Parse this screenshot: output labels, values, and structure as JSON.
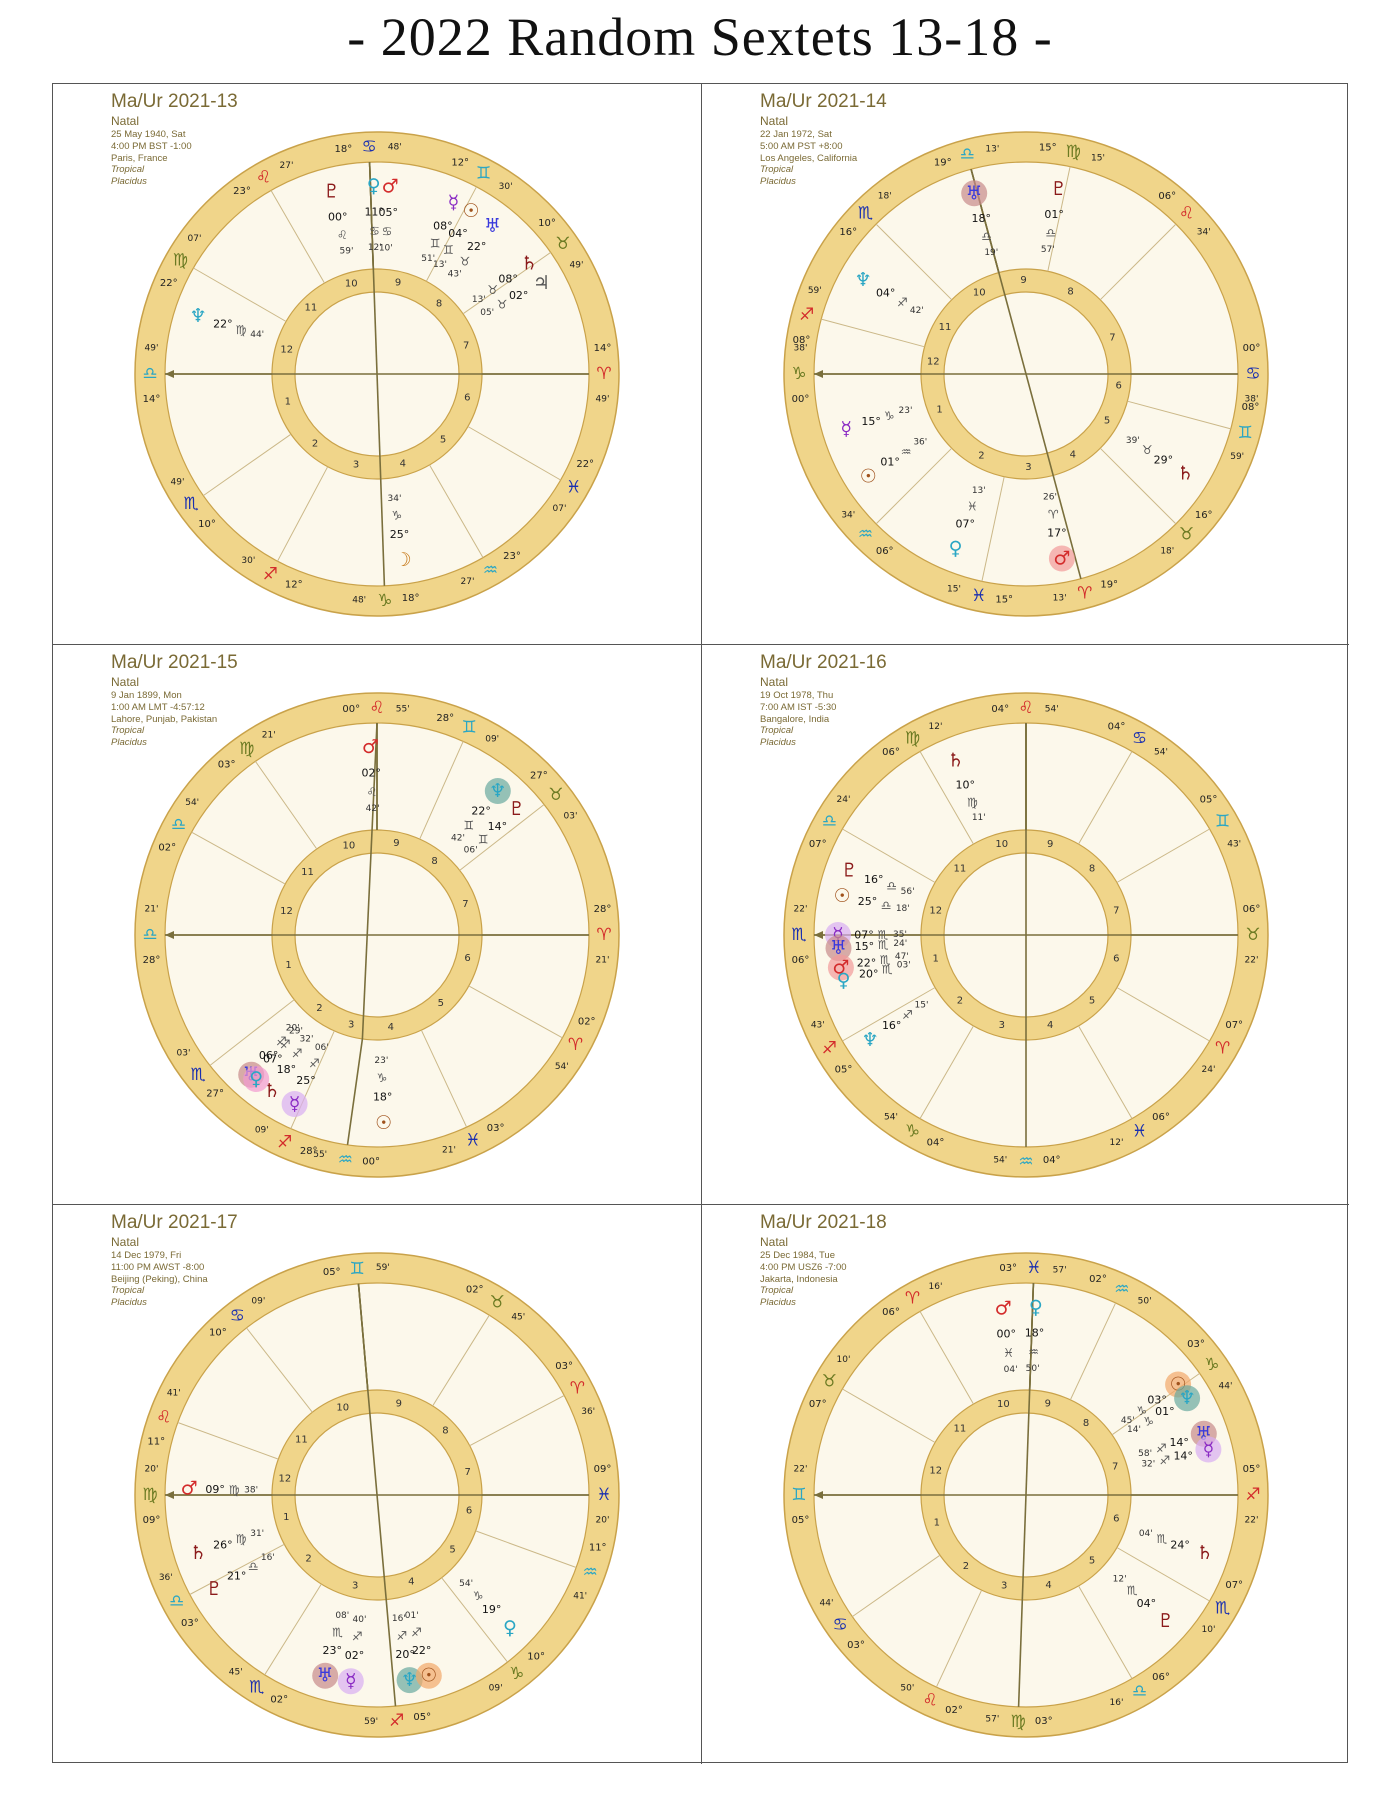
{
  "title": "- 2022 Random Sextets 13-18 -",
  "colors": {
    "ring": "#f0d58a",
    "ring_stroke": "#c9a24a",
    "inner_fill": "#fcf8eb",
    "axis": "#7a6f3c",
    "house_line": "#cbb888",
    "text": "#111111",
    "header": "#7a6a35"
  },
  "charts": [
    {
      "title": "Ma/Ur 2021-13",
      "type": "Natal",
      "date": "25 May 1940, Sat",
      "time": "4:00 PM BST -1:00",
      "place": "Paris, France",
      "zodiac": "Tropical",
      "houses": "Placidus",
      "cusps": [
        {
          "deg": "14°",
          "min": "49'",
          "sign": "♎",
          "sc": "#2aa6c4"
        },
        {
          "deg": "10°",
          "min": "49'",
          "sign": "♏",
          "sc": "#1a2fb0"
        },
        {
          "deg": "12°",
          "min": "30'",
          "sign": "♐",
          "sc": "#d32b2b"
        },
        {
          "deg": "18°",
          "min": "48'",
          "sign": "♑",
          "sc": "#6b7a22"
        },
        {
          "deg": "23°",
          "min": "27'",
          "sign": "♒",
          "sc": "#2aa6c4"
        },
        {
          "deg": "22°",
          "min": "07'",
          "sign": "♓",
          "sc": "#1a2fb0"
        },
        {
          "deg": "14°",
          "min": "49'",
          "sign": "♈",
          "sc": "#d32b2b"
        },
        {
          "deg": "10°",
          "min": "49'",
          "sign": "♉",
          "sc": "#6b7a22"
        },
        {
          "deg": "12°",
          "min": "30'",
          "sign": "♊",
          "sc": "#2aa6c4"
        },
        {
          "deg": "18°",
          "min": "48'",
          "sign": "♋",
          "sc": "#1a2fb0"
        },
        {
          "deg": "23°",
          "min": "27'",
          "sign": "♌",
          "sc": "#d32b2b"
        },
        {
          "deg": "22°",
          "min": "07'",
          "sign": "♍",
          "sc": "#6b7a22"
        }
      ],
      "planets": [
        {
          "glyph": "♇",
          "c": "#8b1a1a",
          "deg": "00°",
          "sign": "♌",
          "min": "59'"
        },
        {
          "glyph": "♀",
          "c": "#2aa6c4",
          "deg": "11°",
          "sign": "♋",
          "min": "12'"
        },
        {
          "glyph": "♂",
          "c": "#d32b2b",
          "deg": "05°",
          "sign": "♋",
          "min": "10'"
        },
        {
          "glyph": "☿",
          "c": "#8a2ac4",
          "deg": "08°",
          "sign": "♊",
          "min": "51'"
        },
        {
          "glyph": "☉",
          "c": "#a0521c",
          "deg": "04°",
          "sign": "♊",
          "min": "13'"
        },
        {
          "glyph": "♅",
          "c": "#3a3adc",
          "deg": "22°",
          "sign": "♉",
          "min": "43'"
        },
        {
          "glyph": "♄",
          "c": "#8b1a1a",
          "deg": "08°",
          "sign": "♉",
          "min": "13'"
        },
        {
          "glyph": "♃",
          "c": "#555555",
          "deg": "02°",
          "sign": "♉",
          "min": "05'"
        },
        {
          "glyph": "♆",
          "c": "#2aa6c4",
          "deg": "22°",
          "sign": "♍",
          "min": "44'"
        },
        {
          "glyph": "☽",
          "c": "#c77a1a",
          "deg": "25°",
          "sign": "♑",
          "min": "34'"
        }
      ]
    },
    {
      "title": "Ma/Ur 2021-14",
      "type": "Natal",
      "date": "22 Jan 1972, Sat",
      "time": "5:00 AM PST +8:00",
      "place": "Los Angeles, California",
      "zodiac": "Tropical",
      "houses": "Placidus",
      "cusps": [
        {
          "deg": "00°",
          "min": "38'",
          "sign": "♑",
          "sc": "#6b7a22"
        },
        {
          "deg": "06°",
          "min": "34'",
          "sign": "♒",
          "sc": "#2aa6c4"
        },
        {
          "deg": "15°",
          "min": "15'",
          "sign": "♓",
          "sc": "#1a2fb0"
        },
        {
          "deg": "19°",
          "min": "13'",
          "sign": "♈",
          "sc": "#d32b2b"
        },
        {
          "deg": "16°",
          "min": "18'",
          "sign": "♉",
          "sc": "#6b7a22"
        },
        {
          "deg": "08°",
          "min": "59'",
          "sign": "♊",
          "sc": "#2aa6c4"
        },
        {
          "deg": "00°",
          "min": "38'",
          "sign": "♋",
          "sc": "#1a2fb0"
        },
        {
          "deg": "06°",
          "min": "34'",
          "sign": "♌",
          "sc": "#d32b2b"
        },
        {
          "deg": "15°",
          "min": "15'",
          "sign": "♍",
          "sc": "#6b7a22"
        },
        {
          "deg": "19°",
          "min": "13'",
          "sign": "♎",
          "sc": "#2aa6c4"
        },
        {
          "deg": "16°",
          "min": "18'",
          "sign": "♏",
          "sc": "#1a2fb0"
        },
        {
          "deg": "08°",
          "min": "59'",
          "sign": "♐",
          "sc": "#d32b2b"
        }
      ],
      "planets": [
        {
          "glyph": "♅",
          "c": "#3a3adc",
          "deg": "18°",
          "sign": "♎",
          "min": "19'",
          "hl": "#c78a8a"
        },
        {
          "glyph": "♇",
          "c": "#8b1a1a",
          "deg": "01°",
          "sign": "♎",
          "min": "57'"
        },
        {
          "glyph": "♆",
          "c": "#2aa6c4",
          "deg": "04°",
          "sign": "♐",
          "min": "42'"
        },
        {
          "glyph": "☿",
          "c": "#8a2ac4",
          "deg": "15°",
          "sign": "♑",
          "min": "23'"
        },
        {
          "glyph": "☉",
          "c": "#a0521c",
          "deg": "01°",
          "sign": "♒",
          "min": "36'"
        },
        {
          "glyph": "♀",
          "c": "#2aa6c4",
          "deg": "07°",
          "sign": "♓",
          "min": "13'"
        },
        {
          "glyph": "♂",
          "c": "#d32b2b",
          "deg": "17°",
          "sign": "♈",
          "min": "26'",
          "hl": "#f29a9a"
        },
        {
          "glyph": "♄",
          "c": "#8b1a1a",
          "deg": "29°",
          "sign": "♉",
          "min": "39'"
        }
      ]
    },
    {
      "title": "Ma/Ur 2021-15",
      "type": "Natal",
      "date": "9 Jan 1899, Mon",
      "time": "1:00 AM LMT -4:57:12",
      "place": "Lahore, Punjab, Pakistan",
      "zodiac": "Tropical",
      "houses": "Placidus",
      "cusps": [
        {
          "deg": "28°",
          "min": "21'",
          "sign": "♎",
          "sc": "#2aa6c4"
        },
        {
          "deg": "27°",
          "min": "03'",
          "sign": "♏",
          "sc": "#1a2fb0"
        },
        {
          "deg": "28°",
          "min": "09'",
          "sign": "♐",
          "sc": "#d32b2b"
        },
        {
          "deg": "00°",
          "min": "55'",
          "sign": "♒",
          "sc": "#2aa6c4"
        },
        {
          "deg": "03°",
          "min": "21'",
          "sign": "♓",
          "sc": "#1a2fb0"
        },
        {
          "deg": "02°",
          "min": "54'",
          "sign": "♈",
          "sc": "#d32b2b"
        },
        {
          "deg": "28°",
          "min": "21'",
          "sign": "♈",
          "sc": "#d32b2b"
        },
        {
          "deg": "27°",
          "min": "03'",
          "sign": "♉",
          "sc": "#6b7a22"
        },
        {
          "deg": "28°",
          "min": "09'",
          "sign": "♊",
          "sc": "#2aa6c4"
        },
        {
          "deg": "00°",
          "min": "55'",
          "sign": "♌",
          "sc": "#d32b2b"
        },
        {
          "deg": "03°",
          "min": "21'",
          "sign": "♍",
          "sc": "#6b7a22"
        },
        {
          "deg": "02°",
          "min": "54'",
          "sign": "♎",
          "sc": "#2aa6c4"
        }
      ],
      "planets": [
        {
          "glyph": "♂",
          "c": "#d32b2b",
          "deg": "02°",
          "sign": "♌",
          "min": "42'"
        },
        {
          "glyph": "♆",
          "c": "#2aa6c4",
          "deg": "22°",
          "sign": "♊",
          "min": "42'",
          "hl": "#6aa9a0"
        },
        {
          "glyph": "♇",
          "c": "#8b1a1a",
          "deg": "14°",
          "sign": "♊",
          "min": "06'"
        },
        {
          "glyph": "♅",
          "c": "#3a3adc",
          "deg": "06°",
          "sign": "♐",
          "min": "20'",
          "hl": "#c78a8a"
        },
        {
          "glyph": "♀",
          "c": "#2aa6c4",
          "deg": "07°",
          "sign": "♐",
          "min": "29'",
          "hl": "#f29ad0"
        },
        {
          "glyph": "♄",
          "c": "#8b1a1a",
          "deg": "18°",
          "sign": "♐",
          "min": "32'"
        },
        {
          "glyph": "☿",
          "c": "#8a2ac4",
          "deg": "25°",
          "sign": "♐",
          "min": "06'",
          "hl": "#d8aef2"
        },
        {
          "glyph": "☉",
          "c": "#a0521c",
          "deg": "18°",
          "sign": "♑",
          "min": "23'"
        }
      ]
    },
    {
      "title": "Ma/Ur 2021-16",
      "type": "Natal",
      "date": "19 Oct 1978, Thu",
      "time": "7:00 AM IST -5:30",
      "place": "Bangalore, India",
      "zodiac": "Tropical",
      "houses": "Placidus",
      "cusps": [
        {
          "deg": "06°",
          "min": "22'",
          "sign": "♏",
          "sc": "#1a2fb0"
        },
        {
          "deg": "05°",
          "min": "43'",
          "sign": "♐",
          "sc": "#d32b2b"
        },
        {
          "deg": "04°",
          "min": "54'",
          "sign": "♑",
          "sc": "#6b7a22"
        },
        {
          "deg": "04°",
          "min": "54'",
          "sign": "♒",
          "sc": "#2aa6c4"
        },
        {
          "deg": "06°",
          "min": "12'",
          "sign": "♓",
          "sc": "#1a2fb0"
        },
        {
          "deg": "07°",
          "min": "24'",
          "sign": "♈",
          "sc": "#d32b2b"
        },
        {
          "deg": "06°",
          "min": "22'",
          "sign": "♉",
          "sc": "#6b7a22"
        },
        {
          "deg": "05°",
          "min": "43'",
          "sign": "♊",
          "sc": "#2aa6c4"
        },
        {
          "deg": "04°",
          "min": "54'",
          "sign": "♋",
          "sc": "#1a2fb0"
        },
        {
          "deg": "04°",
          "min": "54'",
          "sign": "♌",
          "sc": "#d32b2b"
        },
        {
          "deg": "06°",
          "min": "12'",
          "sign": "♍",
          "sc": "#6b7a22"
        },
        {
          "deg": "07°",
          "min": "24'",
          "sign": "♎",
          "sc": "#2aa6c4"
        }
      ],
      "planets": [
        {
          "glyph": "♄",
          "c": "#8b1a1a",
          "deg": "10°",
          "sign": "♍",
          "min": "11'"
        },
        {
          "glyph": "♇",
          "c": "#8b1a1a",
          "deg": "16°",
          "sign": "♎",
          "min": "56'"
        },
        {
          "glyph": "☉",
          "c": "#a0521c",
          "deg": "25°",
          "sign": "♎",
          "min": "18'"
        },
        {
          "glyph": "☿",
          "c": "#8a2ac4",
          "deg": "07°",
          "sign": "♏",
          "min": "35'",
          "hl": "#d8aef2"
        },
        {
          "glyph": "♅",
          "c": "#3a3adc",
          "deg": "15°",
          "sign": "♏",
          "min": "24'",
          "hl": "#c78a8a"
        },
        {
          "glyph": "♂",
          "c": "#d32b2b",
          "deg": "22°",
          "sign": "♏",
          "min": "47'",
          "hl": "#f29a9a"
        },
        {
          "glyph": "♀",
          "c": "#2aa6c4",
          "deg": "20°",
          "sign": "♏",
          "min": "03'"
        },
        {
          "glyph": "♆",
          "c": "#2aa6c4",
          "deg": "16°",
          "sign": "♐",
          "min": "15'"
        }
      ]
    },
    {
      "title": "Ma/Ur 2021-17",
      "type": "Natal",
      "date": "14 Dec 1979, Fri",
      "time": "11:00 PM AWST -8:00",
      "place": "Beijing (Peking), China",
      "zodiac": "Tropical",
      "houses": "Placidus",
      "cusps": [
        {
          "deg": "09°",
          "min": "20'",
          "sign": "♍",
          "sc": "#6b7a22"
        },
        {
          "deg": "03°",
          "min": "36'",
          "sign": "♎",
          "sc": "#2aa6c4"
        },
        {
          "deg": "02°",
          "min": "45'",
          "sign": "♏",
          "sc": "#1a2fb0"
        },
        {
          "deg": "05°",
          "min": "59'",
          "sign": "♐",
          "sc": "#d32b2b"
        },
        {
          "deg": "10°",
          "min": "09'",
          "sign": "♑",
          "sc": "#6b7a22"
        },
        {
          "deg": "11°",
          "min": "41'",
          "sign": "♒",
          "sc": "#2aa6c4"
        },
        {
          "deg": "09°",
          "min": "20'",
          "sign": "♓",
          "sc": "#1a2fb0"
        },
        {
          "deg": "03°",
          "min": "36'",
          "sign": "♈",
          "sc": "#d32b2b"
        },
        {
          "deg": "02°",
          "min": "45'",
          "sign": "♉",
          "sc": "#6b7a22"
        },
        {
          "deg": "05°",
          "min": "59'",
          "sign": "♊",
          "sc": "#2aa6c4"
        },
        {
          "deg": "10°",
          "min": "09'",
          "sign": "♋",
          "sc": "#1a2fb0"
        },
        {
          "deg": "11°",
          "min": "41'",
          "sign": "♌",
          "sc": "#d32b2b"
        }
      ],
      "planets": [
        {
          "glyph": "♂",
          "c": "#d32b2b",
          "deg": "09°",
          "sign": "♍",
          "min": "38'"
        },
        {
          "glyph": "♄",
          "c": "#8b1a1a",
          "deg": "26°",
          "sign": "♍",
          "min": "31'"
        },
        {
          "glyph": "♇",
          "c": "#8b1a1a",
          "deg": "21°",
          "sign": "♎",
          "min": "16'"
        },
        {
          "glyph": "♅",
          "c": "#3a3adc",
          "deg": "23°",
          "sign": "♏",
          "min": "08'",
          "hl": "#c78a8a"
        },
        {
          "glyph": "☿",
          "c": "#8a2ac4",
          "deg": "02°",
          "sign": "♐",
          "min": "40'",
          "hl": "#d8aef2"
        },
        {
          "glyph": "♆",
          "c": "#2aa6c4",
          "deg": "20°",
          "sign": "♐",
          "min": "16'",
          "hl": "#6aa9a0"
        },
        {
          "glyph": "☉",
          "c": "#a0521c",
          "deg": "22°",
          "sign": "♐",
          "min": "01'",
          "hl": "#f2a86a"
        },
        {
          "glyph": "♀",
          "c": "#2aa6c4",
          "deg": "19°",
          "sign": "♑",
          "min": "54'"
        }
      ]
    },
    {
      "title": "Ma/Ur 2021-18",
      "type": "Natal",
      "date": "25 Dec 1984, Tue",
      "time": "4:00 PM USZ6 -7:00",
      "place": "Jakarta, Indonesia",
      "zodiac": "Tropical",
      "houses": "Placidus",
      "cusps": [
        {
          "deg": "05°",
          "min": "22'",
          "sign": "♊",
          "sc": "#2aa6c4"
        },
        {
          "deg": "03°",
          "min": "44'",
          "sign": "♋",
          "sc": "#1a2fb0"
        },
        {
          "deg": "02°",
          "min": "50'",
          "sign": "♌",
          "sc": "#d32b2b"
        },
        {
          "deg": "03°",
          "min": "57'",
          "sign": "♍",
          "sc": "#6b7a22"
        },
        {
          "deg": "06°",
          "min": "16'",
          "sign": "♎",
          "sc": "#2aa6c4"
        },
        {
          "deg": "07°",
          "min": "10'",
          "sign": "♏",
          "sc": "#1a2fb0"
        },
        {
          "deg": "05°",
          "min": "22'",
          "sign": "♐",
          "sc": "#d32b2b"
        },
        {
          "deg": "03°",
          "min": "44'",
          "sign": "♑",
          "sc": "#6b7a22"
        },
        {
          "deg": "02°",
          "min": "50'",
          "sign": "♒",
          "sc": "#2aa6c4"
        },
        {
          "deg": "03°",
          "min": "57'",
          "sign": "♓",
          "sc": "#1a2fb0"
        },
        {
          "deg": "06°",
          "min": "16'",
          "sign": "♈",
          "sc": "#d32b2b"
        },
        {
          "deg": "07°",
          "min": "10'",
          "sign": "♉",
          "sc": "#6b7a22"
        }
      ],
      "planets": [
        {
          "glyph": "♂",
          "c": "#d32b2b",
          "deg": "00°",
          "sign": "♓",
          "min": "04'"
        },
        {
          "glyph": "♀",
          "c": "#2aa6c4",
          "deg": "18°",
          "sign": "♒",
          "min": "50'"
        },
        {
          "glyph": "☉",
          "c": "#a0521c",
          "deg": "03°",
          "sign": "♑",
          "min": "45'",
          "hl": "#f2a86a"
        },
        {
          "glyph": "♆",
          "c": "#2aa6c4",
          "deg": "01°",
          "sign": "♑",
          "min": "14'",
          "hl": "#6aa9a0"
        },
        {
          "glyph": "♅",
          "c": "#3a3adc",
          "deg": "14°",
          "sign": "♐",
          "min": "58'",
          "hl": "#c78a8a"
        },
        {
          "glyph": "☿",
          "c": "#8a2ac4",
          "deg": "14°",
          "sign": "♐",
          "min": "32'",
          "hl": "#d8aef2"
        },
        {
          "glyph": "♄",
          "c": "#8b1a1a",
          "deg": "24°",
          "sign": "♏",
          "min": "04'"
        },
        {
          "glyph": "♇",
          "c": "#8b1a1a",
          "deg": "04°",
          "sign": "♏",
          "min": "12'"
        }
      ]
    }
  ]
}
